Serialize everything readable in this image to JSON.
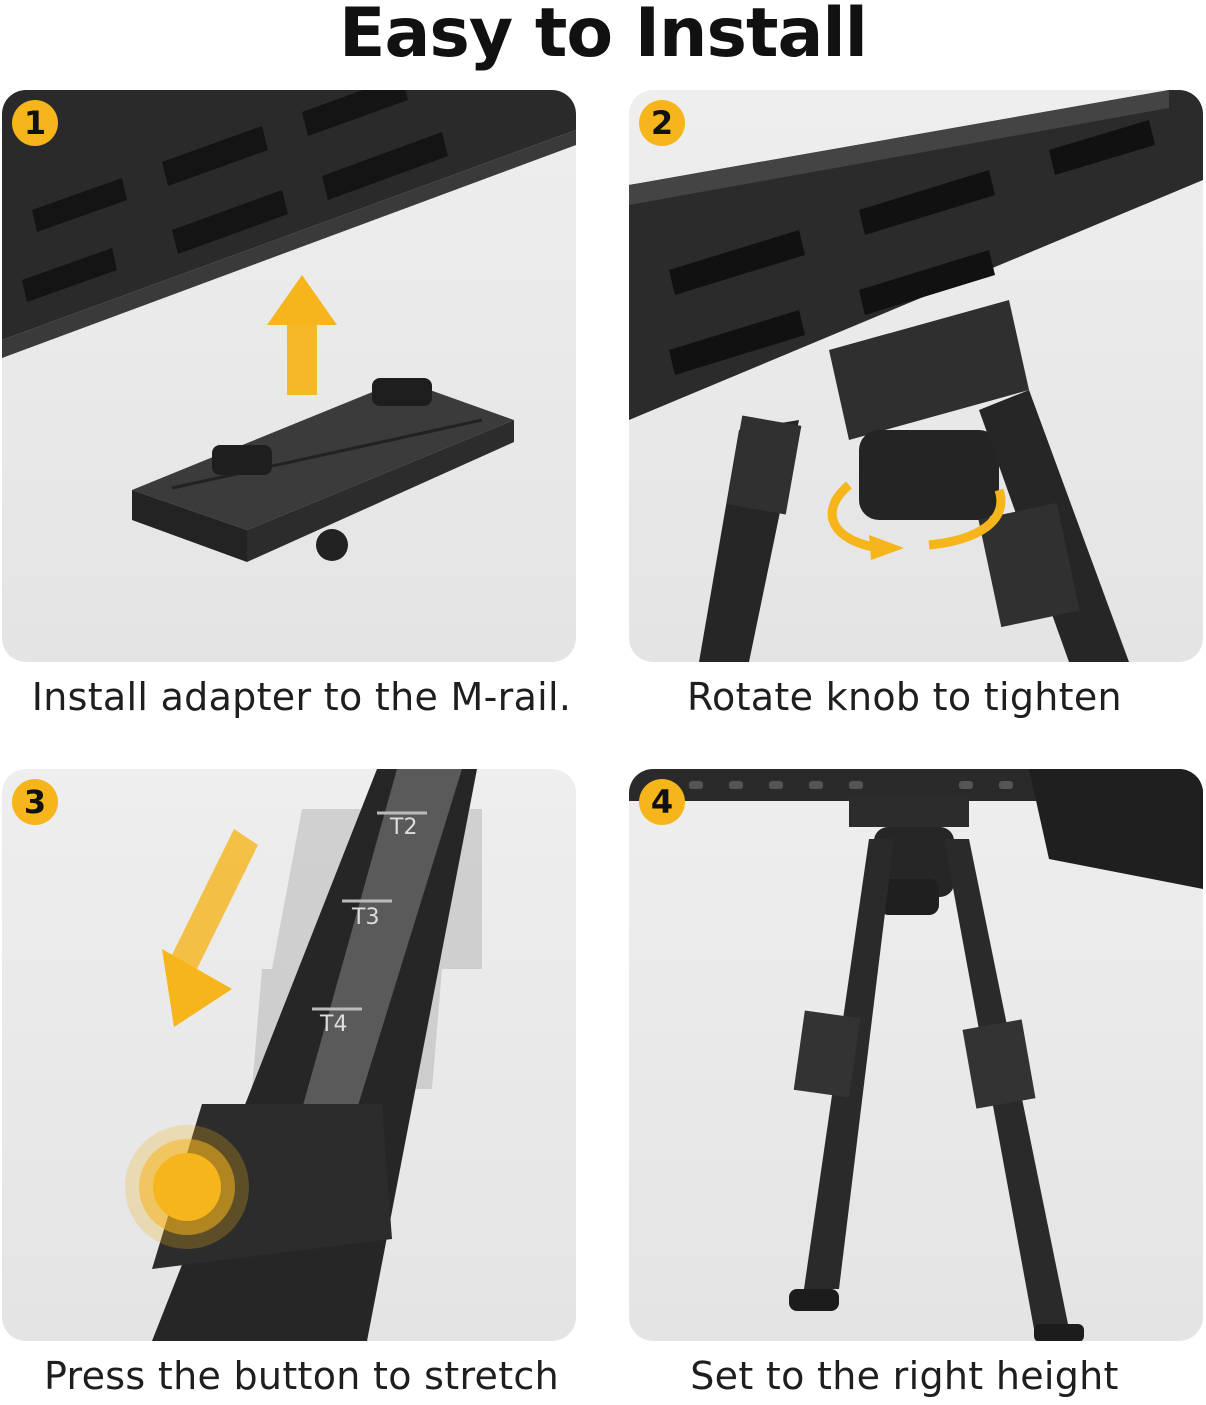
{
  "title": "Easy to Install",
  "accent_color": "#f5b51b",
  "steps": [
    {
      "number": "1",
      "caption": "Install adapter to the M-rail."
    },
    {
      "number": "2",
      "caption": "Rotate knob to tighten"
    },
    {
      "number": "3",
      "caption": "Press the button to stretch"
    },
    {
      "number": "4",
      "caption": "Set to the right height"
    }
  ],
  "leg_markings": [
    "T2",
    "T3",
    "T4"
  ]
}
